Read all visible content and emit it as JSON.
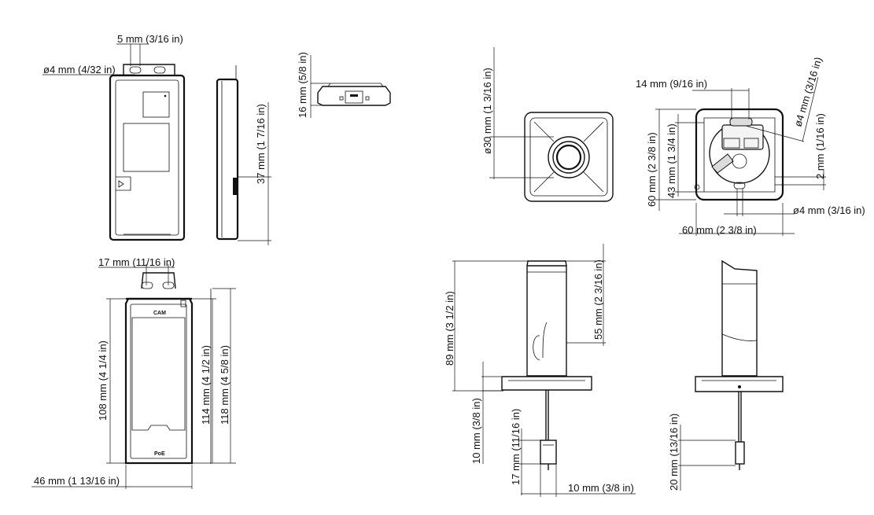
{
  "dimensions": {
    "d_5mm": "5 mm (3/16 in)",
    "d_o4_side": "ø4 mm (4/32 in)",
    "d_16mm": "16 mm (5/8 in)",
    "d_37mm": "37 mm (1 7/16 in)",
    "d_17mm": "17 mm (11/16 in)",
    "d_108mm": "108 mm (4 1/4 in)",
    "d_114mm": "114 mm (4 1/2 in)",
    "d_118mm": "118 mm (4 5/8 in)",
    "d_46mm": "46 mm (1 13/16 in)",
    "d_o30mm": "ø30 mm (1 3/16 in)",
    "d_14mm": "14 mm (9/16 in)",
    "d_o4_top": "ø4 mm (3/16 in)",
    "d_60mm_v": "60 mm (2 3/8 in)",
    "d_43mm": "43 mm (1 3/4 in)",
    "d_2mm": "2 mm (1/16 in)",
    "d_4mm_bottom": "ø4 mm (3/16 in)",
    "d_60mm_h": "60 mm (2 3/8 in)",
    "d_89mm": "89 mm (3 1/2 in)",
    "d_55mm": "55 mm (2 3/16 in)",
    "d_10mm_v": "10 mm (3/8 in)",
    "d_17mm_v": "17 mm (11/16 in)",
    "d_10mm_h": "10 mm (3/8 in)",
    "d_20mm": "20 mm (13/16 in)"
  },
  "device_labels": {
    "cam": "CAM",
    "poe": "PoE"
  }
}
